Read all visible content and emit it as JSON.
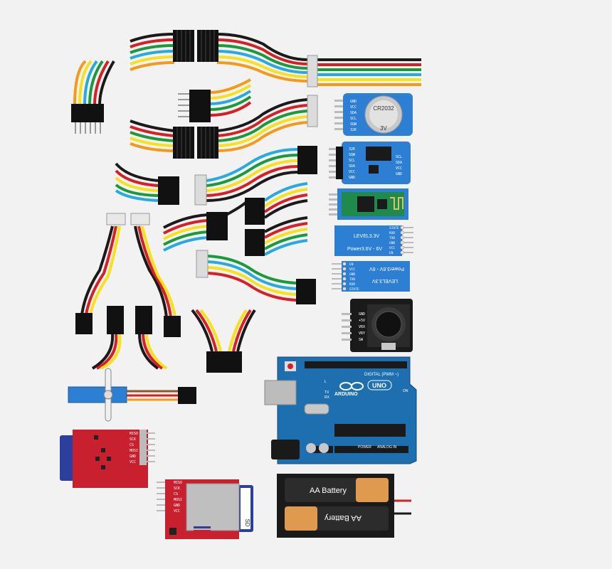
{
  "rtc_ds1302": {
    "chip": "CR2032",
    "voltage": "3V",
    "pins": [
      "GND",
      "VCC",
      "SDA",
      "SCL",
      "SQW",
      "32K"
    ]
  },
  "rtc_ds3231": {
    "pins_left": [
      "32K",
      "SQW",
      "SCL",
      "SDA",
      "VCC",
      "GND"
    ],
    "pins_right": [
      "SCL",
      "SDA",
      "VCC",
      "GND"
    ]
  },
  "bt_module_front": {
    "level": "LEVEL3.3V",
    "power": "Power3.6V - 6V",
    "pins": [
      "STATE",
      "RXD",
      "TXD",
      "GND",
      "VCC",
      "EN"
    ]
  },
  "bt_module_back": {
    "level": "LEVEL3.3V",
    "power": "Power3.6V - 6V",
    "pins": [
      "EN",
      "VCC",
      "GND",
      "TXD",
      "RXD",
      "STATE"
    ]
  },
  "joystick": {
    "pins": [
      "GND",
      "+5V",
      "VRX",
      "VRY",
      "SW"
    ]
  },
  "arduino": {
    "brand": "ARDUINO",
    "model": "UNO",
    "digital": "DIGITAL (PWM ~)",
    "power": "POWER",
    "analog": "ANALOG IN",
    "tx": "TX",
    "rx": "RX",
    "l": "L",
    "on": "ON"
  },
  "sd_module_red": {
    "pins": [
      "MISO",
      "SCK",
      "CS",
      "MOSI",
      "GND",
      "VCC"
    ]
  },
  "microsd_module": {
    "pins": [
      "MISO",
      "SCK",
      "CS",
      "MOSI",
      "GND",
      "VCC"
    ],
    "card": "SD"
  },
  "battery_holder": {
    "battery_top": "AA Battery",
    "battery_bottom": "AA Battery"
  },
  "colors": {
    "orange": "#f39a1d",
    "yellow": "#f6e11c",
    "green": "#1a9a3a",
    "red": "#d61f26",
    "blue": "#2aa8e0",
    "black": "#1a1a1a",
    "board_blue": "#1e6fb0",
    "module_blue": "#2d7fd3",
    "sd_red": "#c8202e"
  }
}
